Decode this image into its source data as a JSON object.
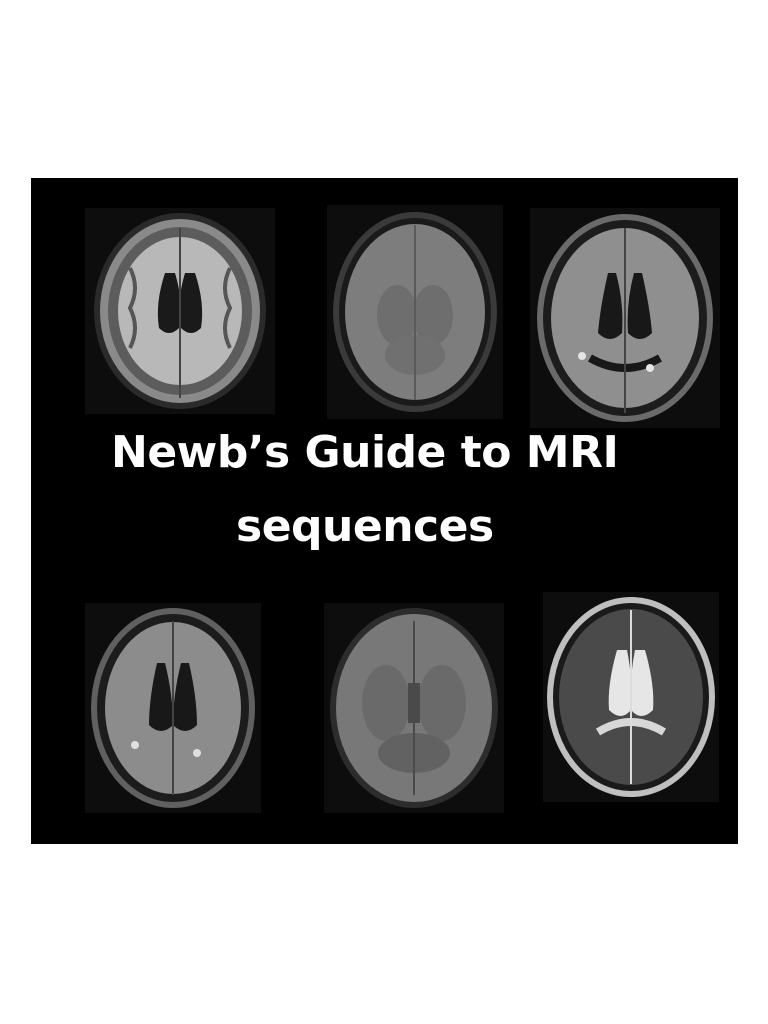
{
  "poster": {
    "title_line_1": "Newb’s Guide to MRI",
    "title_line_2": "sequences",
    "background_color": "#000000",
    "text_color": "#ffffff"
  },
  "scans": [
    {
      "name": "brain-scan-t1",
      "appearance": "dark csf, bright white matter"
    },
    {
      "name": "brain-scan-pd",
      "appearance": "uniform gray"
    },
    {
      "name": "brain-scan-flair",
      "appearance": "dark ventricles, bright lesions"
    },
    {
      "name": "brain-scan-flair-2",
      "appearance": "dark ventricles, bright lesions"
    },
    {
      "name": "brain-scan-dwi",
      "appearance": "gray, low contrast"
    },
    {
      "name": "brain-scan-t2",
      "appearance": "bright csf, dark tissue"
    }
  ]
}
